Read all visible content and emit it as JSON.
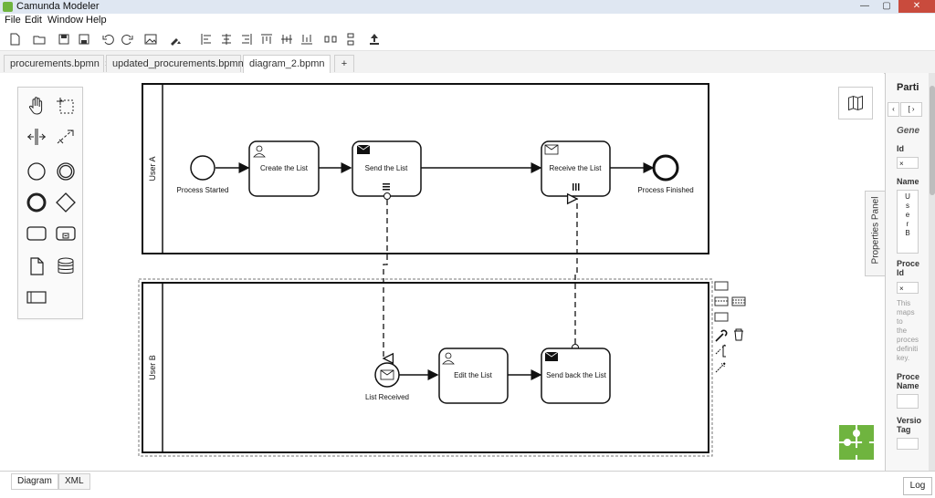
{
  "window": {
    "title": "Camunda Modeler",
    "controls": {
      "minimize": "—",
      "maximize": "▢",
      "close": "✕"
    }
  },
  "menu": [
    "File",
    "Edit",
    "Window",
    "Help"
  ],
  "tabs": [
    {
      "label": "procurements.bpmn",
      "marker": "×"
    },
    {
      "label": "updated_procurements.bpmn"
    },
    {
      "label": "diagram_2.bpmn"
    },
    {
      "label": "+"
    }
  ],
  "diagram": {
    "lanes": [
      {
        "label": "User A"
      },
      {
        "label": "User B"
      }
    ],
    "nodes": {
      "start": "Process Started",
      "create": "Create the List",
      "send": "Send the List",
      "receive": "Receive the List",
      "end": "Process Finished",
      "list_received": "List Received",
      "edit": "Edit the List",
      "send_back": "Send back the List"
    }
  },
  "properties_panel": {
    "toggle_label": "Properties Panel",
    "title": "Parti",
    "group": "Gene",
    "fields": {
      "id_label": "Id",
      "id_value": "×",
      "name_label": "Name",
      "name_value": [
        "U",
        "s",
        "e",
        "r",
        "B"
      ],
      "process_id_label1": "Proce",
      "process_id_label2": "Id",
      "process_id_value": "×",
      "desc": [
        "This",
        "maps",
        "to",
        "the",
        "proces",
        "definiti",
        "key."
      ],
      "process_name_label1": "Proce",
      "process_name_label2": "Name",
      "version_tag_label1": "Versio",
      "version_tag_label2": "Tag"
    }
  },
  "bottom": {
    "tabs": [
      "Diagram",
      "XML"
    ],
    "log": "Log"
  },
  "colors": {
    "accent": "#6fb43f",
    "unsaved": "#f0a800"
  }
}
